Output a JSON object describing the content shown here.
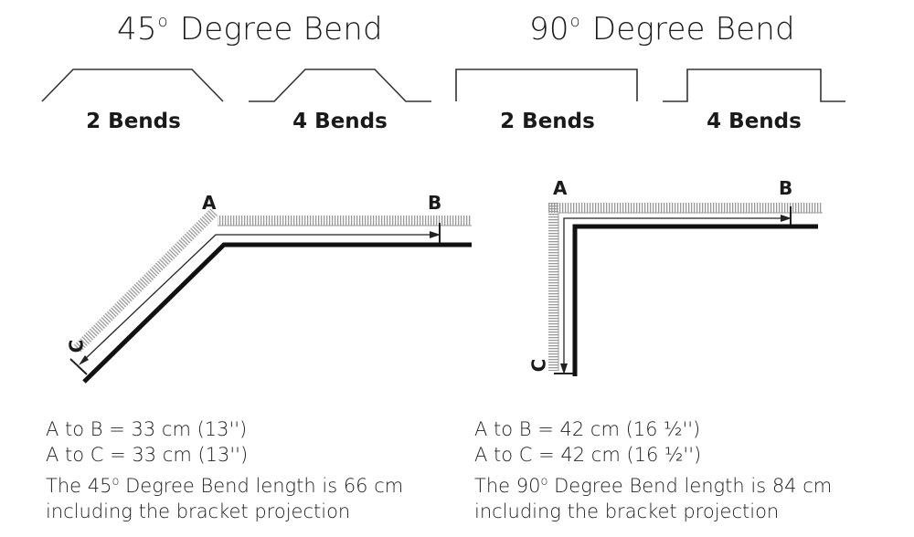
{
  "titles": {
    "bend45": {
      "number": "45",
      "degree_symbol": "o",
      "text": "Degree Bend"
    },
    "bend90": {
      "number": "90",
      "degree_symbol": "o",
      "text": "Degree Bend"
    }
  },
  "bend_labels": {
    "b45_2": "2 Bends",
    "b45_4": "4 Bends",
    "b90_2": "2 Bends",
    "b90_4": "4 Bends"
  },
  "points": {
    "d45": {
      "a": "A",
      "b": "B",
      "c": "C"
    },
    "d90": {
      "a": "A",
      "b": "B",
      "c": "C"
    }
  },
  "notes": {
    "n45": {
      "a_to_b": "A to B = 33 cm (13'')",
      "a_to_c": "A to C = 33 cm (13'')",
      "desc_prefix": "The 45",
      "desc_degree": "o",
      "desc_suffix": " Degree Bend length is 66 cm",
      "desc_line2": "including the bracket projection"
    },
    "n90": {
      "a_to_b": "A to B = 42 cm (16 ½'')",
      "a_to_c": "A to C = 42 cm (16 ½'')",
      "desc_prefix": "The 90",
      "desc_degree": "o",
      "desc_suffix": " Degree Bend length is 84 cm",
      "desc_line2": "including the bracket projection"
    }
  },
  "colors": {
    "rail": "#111111",
    "dotted_wall": "#9a9a9a"
  }
}
